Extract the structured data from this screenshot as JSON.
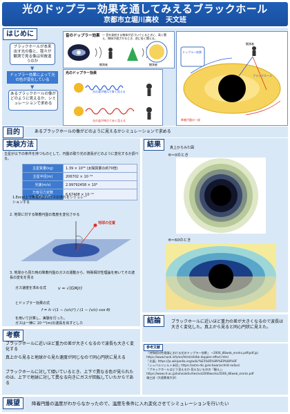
{
  "header": {
    "title": "光のドップラー効果を通してみえるブラックホール",
    "subtitle": "京都市立堀川高校　天文班"
  },
  "intro": {
    "heading": "はじめに",
    "q1": "ブラックホールが本来出す光の像と、我々が観測で見る像は何故違うのか",
    "q2": "ドップラー効果によって光の色が変化している",
    "q3": "あるブラックホールの像がどのように見えるか、シミュレーションで求める",
    "sound_box_title": "音のドップラー効果",
    "sound_box_note": "― 音を発射する物体が近づいてくるときに、高く聞え、物体が遠ざかるとき、逆に低く聞える。",
    "sound_labels": [
      "観測者",
      "観測者"
    ],
    "light_box_title": "光のドップラー効果",
    "light_labels": [
      "光の波が縮んで青く見える",
      "光の波が伸びて赤く見える"
    ],
    "bh_labels": [
      "観測者",
      "ドップラー効果",
      "ブラックホール",
      "降着円盤の一部"
    ]
  },
  "purpose": {
    "heading": "目的",
    "text": "あるブラックホールの像がどのように見えるかシミュレーションで求める"
  },
  "method": {
    "heading": "実験方法",
    "intro": "主星が以下の条件を持つものとして、円盤の取り光の波長がどのように変化するか調べる。",
    "table": [
      {
        "k": "主星質量(kg)",
        "v": "1.39 × 10³² (太陽質量の約70倍)"
      },
      {
        "k": "主星半径(m)",
        "v": "206702 × 10⁻³¹"
      },
      {
        "k": "光速(m/s)",
        "v": "2.99792458 × 10⁸"
      },
      {
        "k": "万有引力定数(m³/kg/s²)",
        "v": "6.67408 × 10⁻¹¹"
      }
    ],
    "step1": "1.Excel上で降着円盤のガスの流れをシミュレーションする",
    "step2": "2. 地球に対する降着円盤の角度を変化させる",
    "earth_label": "地球の位置",
    "step3": "3. 地球から見た時の降着円盤のガスの運動から、特殊相対性理論を用いてその波長の変化を見る",
    "gas_speed": "ガス速度を求める式",
    "formula_v": "v = √(GM/r)",
    "doppler_label": "とドップラー効果の式",
    "formula_f": "f = f₀ √(1 − (v/c)²) / (1 − (v/c) cos θ)",
    "formula_note": "を用いて計算し、実験を行った。",
    "wavelength_note": "ガスは一律に 10⁻¹²(m)の波長を出すとした"
  },
  "results": {
    "heading": "結果",
    "top_label": "真上からみた図",
    "img1_label": "θ＝0のとき",
    "img2_label": "θ＝60のとき"
  },
  "conclusion": {
    "heading": "結論",
    "text": "ブラックホールに近いほど重力の差が大きくなるので波長は大きく変化した。真上から見ると同心円状に見えた。"
  },
  "discussion": {
    "heading": "考察",
    "p1": "ブラックホールに近いほど重力の差が大きくなるので波長も大きく変化する",
    "p2": "真上から見ると地球から見た速度が同じなので同心円状に見える",
    "p3": "ブラックホールに対して傾いているとき、上下で異なる色が見られたのは、上下で地球に対して異なる向きにガスが回転していたからである"
  },
  "references": {
    "heading": "参考文献",
    "items": [
      "「特殊相対性理論における光のドップラー効果」 ~2006_86web_erorks.pdf(pdf.jp)",
      "https://www.hash.info/en/html/shitbk-doppler-effect.html",
      "「光速」https://ja.wikipedia.org/wiki/%E5%85%89%E9%80%9F",
      "「シュバルツシルト半径」https://astro-dic.jp/schwarzschild-radius/",
      "「ブラックホールはどう見えるか-見えないものの「観え」」 https://www.nt.ac.jp/kohoiaktivities/vol2006works/2006_86web_erorks.pdf",
      "嶺三部（大阪教育大学）"
    ]
  },
  "outlook": {
    "heading": "展望",
    "text": "降着円盤の温度がわからなかったので、温度を条件に入れ変化させてシミュレーションを行いたい"
  }
}
